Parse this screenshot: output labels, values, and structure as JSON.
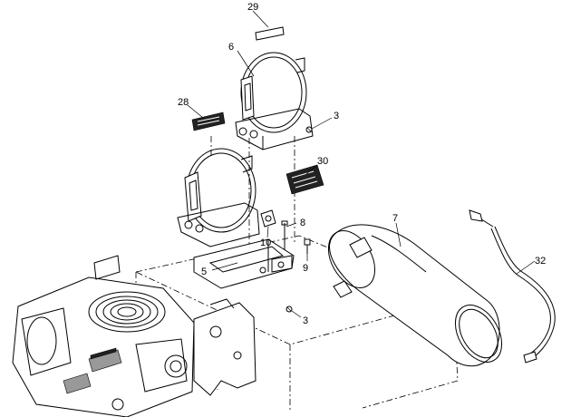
{
  "diagram": {
    "callouts": [
      {
        "id": "c29",
        "label": "29"
      },
      {
        "id": "c6",
        "label": "6"
      },
      {
        "id": "c28",
        "label": "28"
      },
      {
        "id": "c3a",
        "label": "3"
      },
      {
        "id": "c30",
        "label": "30"
      },
      {
        "id": "c7",
        "label": "7"
      },
      {
        "id": "c8",
        "label": "8"
      },
      {
        "id": "c10",
        "label": "10"
      },
      {
        "id": "c9",
        "label": "9"
      },
      {
        "id": "c5",
        "label": "5"
      },
      {
        "id": "c32",
        "label": "32"
      },
      {
        "id": "c3b",
        "label": "3"
      }
    ]
  }
}
